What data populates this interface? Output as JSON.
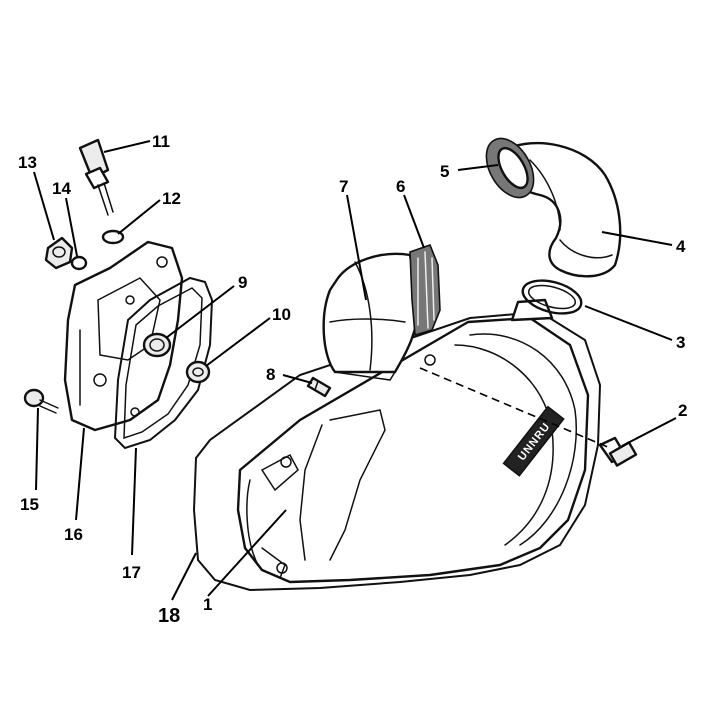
{
  "badge_text": "UNNRU",
  "callouts": [
    {
      "id": "1",
      "label": "1"
    },
    {
      "id": "2",
      "label": "2"
    },
    {
      "id": "3",
      "label": "3"
    },
    {
      "id": "4",
      "label": "4"
    },
    {
      "id": "5",
      "label": "5"
    },
    {
      "id": "6",
      "label": "6"
    },
    {
      "id": "7",
      "label": "7"
    },
    {
      "id": "8",
      "label": "8"
    },
    {
      "id": "9",
      "label": "9"
    },
    {
      "id": "10",
      "label": "10"
    },
    {
      "id": "11",
      "label": "11"
    },
    {
      "id": "12",
      "label": "12"
    },
    {
      "id": "13",
      "label": "13"
    },
    {
      "id": "14",
      "label": "14"
    },
    {
      "id": "15",
      "label": "15"
    },
    {
      "id": "16",
      "label": "16"
    },
    {
      "id": "17",
      "label": "17"
    },
    {
      "id": "18",
      "label": "18"
    }
  ]
}
